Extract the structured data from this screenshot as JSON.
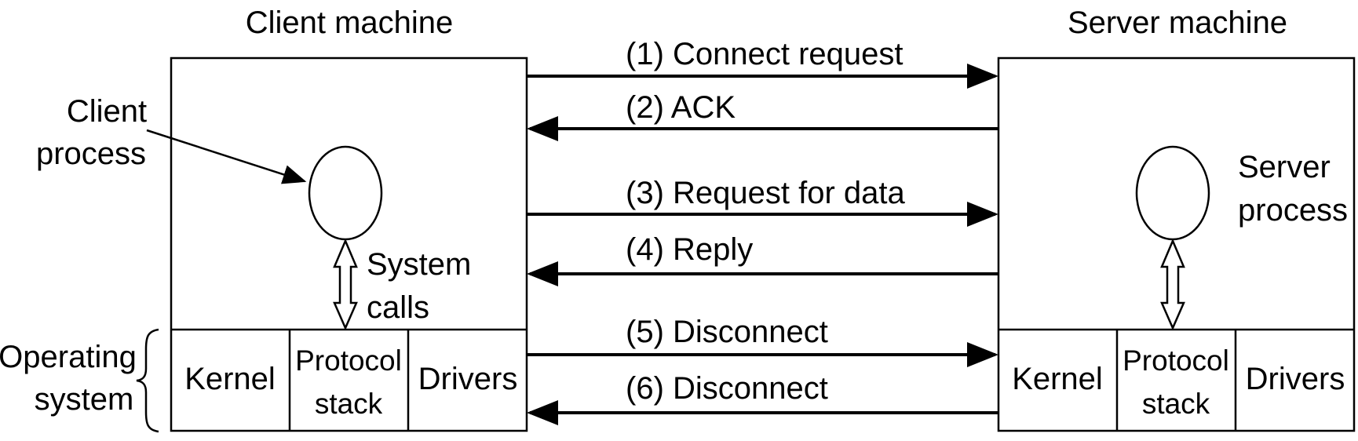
{
  "client": {
    "title": "Client machine",
    "process_label_line1": "Client",
    "process_label_line2": "process",
    "syscall_line1": "System",
    "syscall_line2": "calls",
    "os_label_line1": "Operating",
    "os_label_line2": "system",
    "cells": {
      "kernel": "Kernel",
      "protocol_line1": "Protocol",
      "protocol_line2": "stack",
      "drivers": "Drivers"
    }
  },
  "server": {
    "title": "Server machine",
    "process_label_line1": "Server",
    "process_label_line2": "process",
    "cells": {
      "kernel": "Kernel",
      "protocol_line1": "Protocol",
      "protocol_line2": "stack",
      "drivers": "Drivers"
    }
  },
  "messages": [
    {
      "label": "(1) Connect request",
      "direction": "to-server"
    },
    {
      "label": "(2) ACK",
      "direction": "to-client"
    },
    {
      "label": "(3) Request for data",
      "direction": "to-server"
    },
    {
      "label": "(4) Reply",
      "direction": "to-client"
    },
    {
      "label": "(5) Disconnect",
      "direction": "to-server"
    },
    {
      "label": "(6) Disconnect",
      "direction": "to-client"
    }
  ]
}
